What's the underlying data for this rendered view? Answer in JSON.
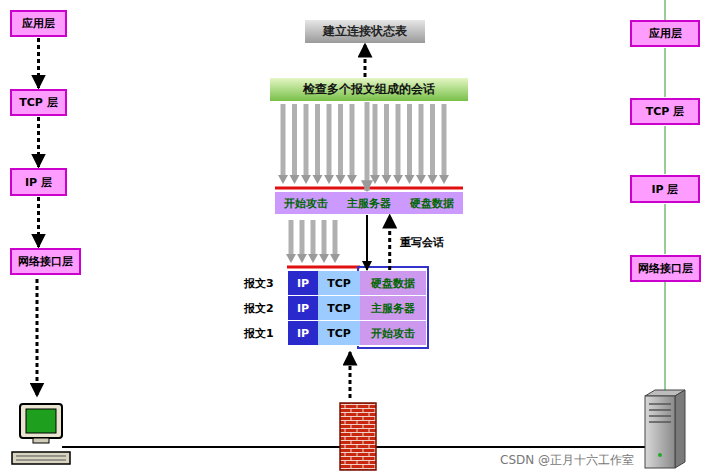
{
  "diagram": {
    "nodes": [
      {
        "text": [
          "应用层"
        ]
      },
      {
        "text": [
          "TCP 层"
        ]
      },
      {
        "text": [
          "IP 层"
        ]
      },
      {
        "text": [
          "网络接口层"
        ]
      },
      {
        "text": [
          "应用层"
        ]
      },
      {
        "text": [
          "TCP 层"
        ]
      },
      {
        "text": [
          "IP 层"
        ]
      },
      {
        "text": [
          "网络接口层"
        ]
      },
      {
        "text": [
          "建立连接状态表"
        ]
      },
      {
        "text": [
          "检查多个报文组成的会话"
        ]
      },
      {
        "text": [
          "开始攻击",
          "主服务器",
          "硬盘数据"
        ]
      },
      {
        "text": [
          "IP"
        ]
      },
      {
        "text": [
          "TCP"
        ]
      },
      {
        "text": [
          "硬盘数据"
        ]
      },
      {
        "text": [
          "IP"
        ]
      },
      {
        "text": [
          "TCP"
        ]
      },
      {
        "text": [
          "主服务器"
        ]
      },
      {
        "text": [
          "IP"
        ]
      },
      {
        "text": [
          "TCP"
        ]
      },
      {
        "text": [
          "开始攻击"
        ]
      }
    ],
    "edges": [
      {
        "from": 0,
        "to": 1,
        "arrow": "to"
      },
      {
        "from": 1,
        "to": 2,
        "arrow": "to"
      },
      {
        "from": 2,
        "to": 3,
        "arrow": "to"
      },
      {
        "from": 4,
        "to": 5,
        "arrow": "none"
      },
      {
        "from": 5,
        "to": 6,
        "arrow": "none"
      },
      {
        "from": 6,
        "to": 7,
        "arrow": "none"
      },
      {
        "from": 9,
        "to": 8,
        "arrow": "to"
      },
      {
        "from": 9,
        "to": 10,
        "arrow": "to"
      },
      {
        "from": 10,
        "to": 13,
        "arrow": "to"
      },
      {
        "from": 13,
        "to": 10,
        "label": "重写会话",
        "arrow": "to"
      }
    ],
    "labels": [
      "报文3",
      "报文2",
      "报文1",
      "CSDN @正月十六工作室"
    ]
  }
}
